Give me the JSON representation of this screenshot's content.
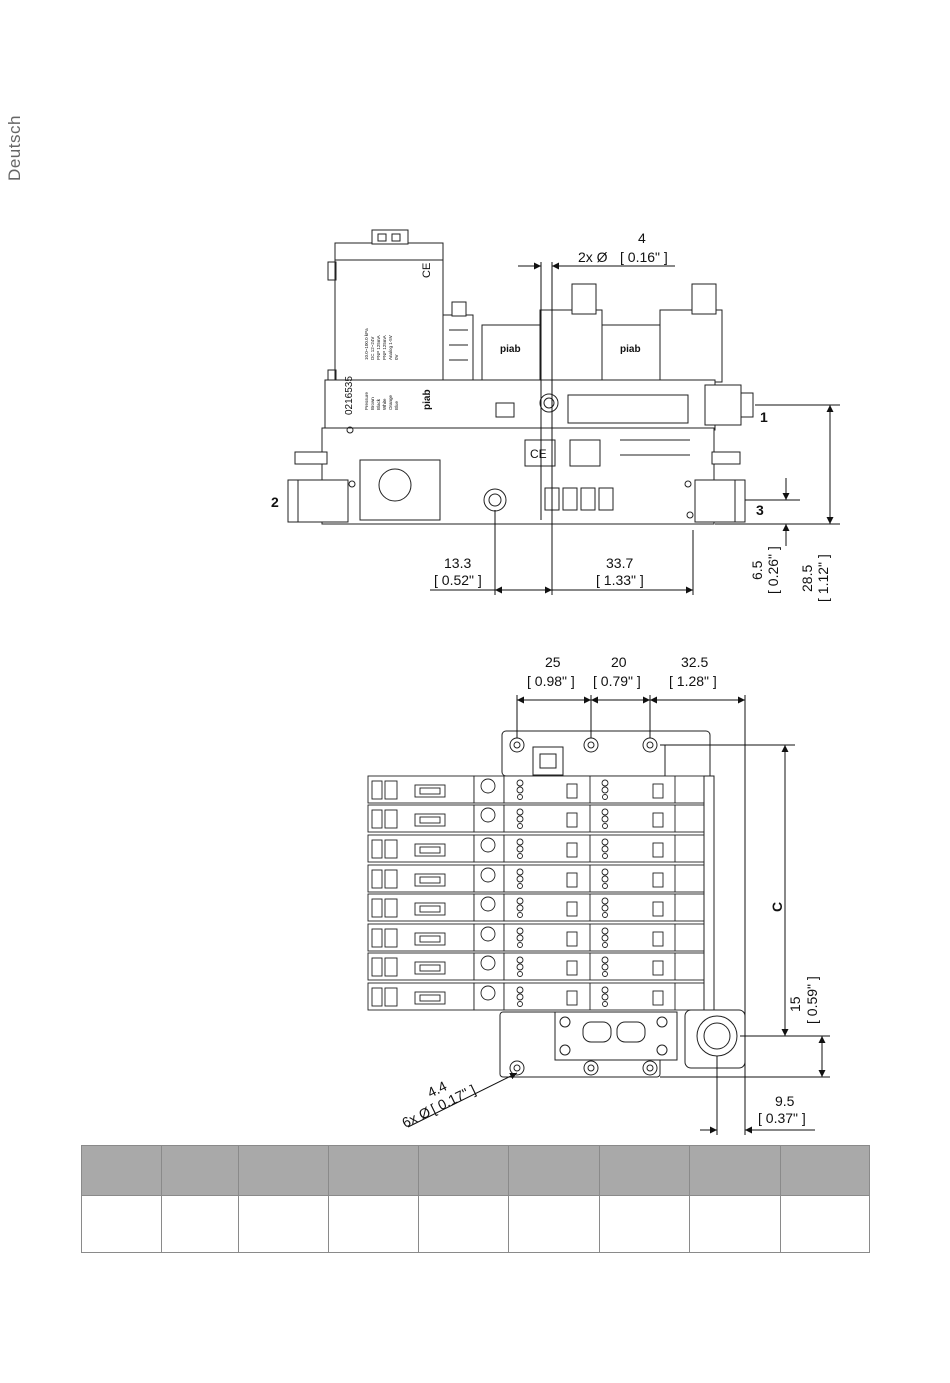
{
  "side_tab": {
    "language": "Deutsch"
  },
  "top_view": {
    "hole_dim": {
      "value": "4",
      "prefix": "2x Ø",
      "inch": "[ 0.16\" ]"
    },
    "dim_left": {
      "value": "13.3",
      "inch": "[ 0.52\" ]"
    },
    "dim_right": {
      "value": "33.7",
      "inch": "[ 1.33\" ]"
    },
    "dim_port3_height": {
      "value": "6.5",
      "inch": "[ 0.26\" ]"
    },
    "dim_port1_height": {
      "value": "28.5",
      "inch": "[ 1.12\" ]"
    },
    "port_callouts": [
      "1",
      "2",
      "3"
    ],
    "sensor_part_number": "0216535",
    "sensor_spec_lines": [
      "10.0~100.0 kPa",
      "DC 12~24V",
      "PNP 125mA",
      "PNP 125mA",
      "Analog 1-5V",
      "0V"
    ],
    "sensor_wire_lines": [
      "Pressure",
      "Brown",
      "Black",
      "White",
      "Orange",
      "Blue"
    ],
    "brand": "piab",
    "ce_mark": "CE"
  },
  "side_view": {
    "dim_a": {
      "value": "25",
      "inch": "[ 0.98\" ]"
    },
    "dim_b": {
      "value": "20",
      "inch": "[ 0.79\" ]"
    },
    "dim_c": {
      "value": "32.5",
      "inch": "[ 1.28\" ]"
    },
    "dim_height_label": "C",
    "dim_bottom_offset": {
      "value": "15",
      "inch": "[ 0.59\" ]"
    },
    "dim_port_offset": {
      "value": "9.5",
      "inch": "[ 0.37\" ]"
    },
    "hole_dim": {
      "value": "4.4",
      "prefix": "6x Ø",
      "inch": "[ 0.17\" ]"
    }
  },
  "spec_table": {
    "header_cells": [
      "",
      "",
      "",
      "",
      "",
      "",
      "",
      "",
      "",
      ""
    ],
    "row_cells": [
      "",
      "",
      "",
      "",
      "",
      "",
      "",
      "",
      "",
      ""
    ]
  }
}
